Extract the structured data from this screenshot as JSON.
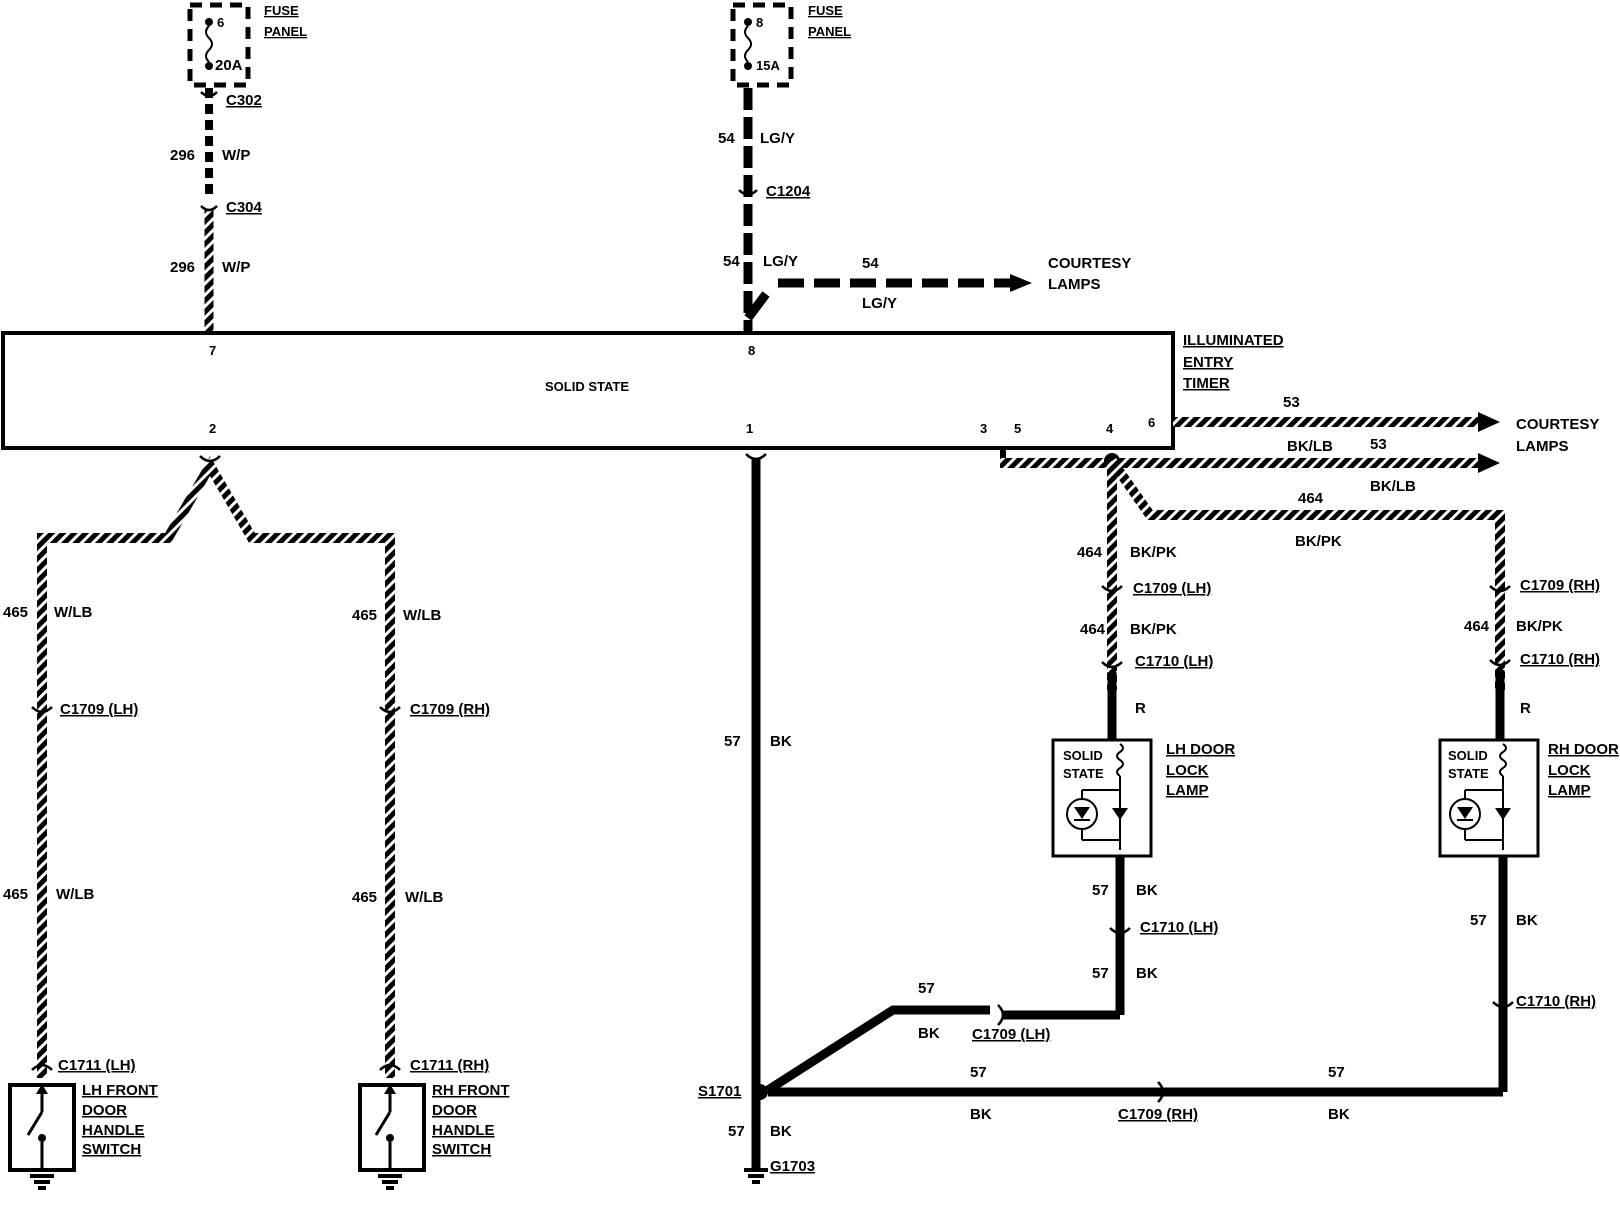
{
  "title_block": {
    "component_name": [
      "ILLUMINATED",
      "ENTRY",
      "TIMER"
    ],
    "module_label": "SOLID STATE"
  },
  "fuses": [
    {
      "number": "6",
      "rating": "20A",
      "location": [
        "FUSE",
        "PANEL"
      ]
    },
    {
      "number": "8",
      "rating": "15A",
      "location": [
        "FUSE",
        "PANEL"
      ]
    }
  ],
  "timer_pins": [
    "7",
    "8",
    "2",
    "1",
    "3",
    "5",
    "4",
    "6"
  ],
  "connectors": {
    "c302": "C302",
    "c304": "C304",
    "c1204": "C1204",
    "c1709_lh": "C1709 (LH)",
    "c1709_rh": "C1709 (RH)",
    "c1710_lh": "C1710 (LH)",
    "c1710_rh": "C1710 (RH)",
    "c1711_lh": "C1711 (LH)",
    "c1711_rh": "C1711 (RH)",
    "splice": "S1701",
    "ground": "G1703"
  },
  "circuits": {
    "c296": "296",
    "wp": "W/P",
    "c54": "54",
    "lgy": "LG/Y",
    "c53": "53",
    "bklb": "BK/LB",
    "c464": "464",
    "bkpk": "BK/PK",
    "c465": "465",
    "wlb": "W/LB",
    "c57": "57",
    "bk": "BK",
    "r": "R"
  },
  "destinations": {
    "courtesy_lamps_1": [
      "COURTESY",
      "LAMPS"
    ],
    "courtesy_lamps_2": [
      "COURTESY",
      "LAMPS"
    ]
  },
  "lamps": {
    "lh": {
      "module": [
        "SOLID",
        "STATE"
      ],
      "name": [
        "LH DOOR",
        "LOCK",
        "LAMP"
      ]
    },
    "rh": {
      "module": [
        "SOLID",
        "STATE"
      ],
      "name": [
        "RH DOOR",
        "LOCK",
        "LAMP"
      ]
    }
  },
  "switches": {
    "lh": [
      "LH FRONT",
      "DOOR",
      "HANDLE",
      "SWITCH"
    ],
    "rh": [
      "RH FRONT",
      "DOOR",
      "HANDLE",
      "SWITCH"
    ]
  }
}
